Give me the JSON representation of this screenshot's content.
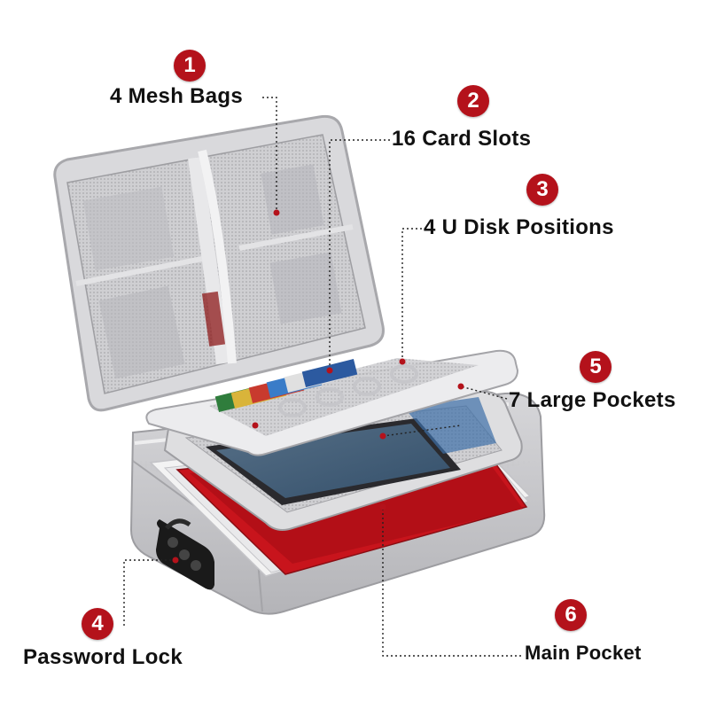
{
  "features": [
    {
      "number": "1",
      "label": "4 Mesh Bags"
    },
    {
      "number": "2",
      "label": "16 Card Slots"
    },
    {
      "number": "3",
      "label": "4 U Disk Positions"
    },
    {
      "number": "4",
      "label": "Password Lock"
    },
    {
      "number": "5",
      "label": "7 Large Pockets"
    },
    {
      "number": "6",
      "label": "Main Pocket"
    }
  ],
  "colors": {
    "badge": "#b4121b",
    "case_body": "#c9c9cb",
    "case_trim": "#e6e6e8",
    "red_folder": "#c8141c",
    "lock": "#1a1a1a"
  },
  "icons": [
    "combination-lock-icon"
  ]
}
